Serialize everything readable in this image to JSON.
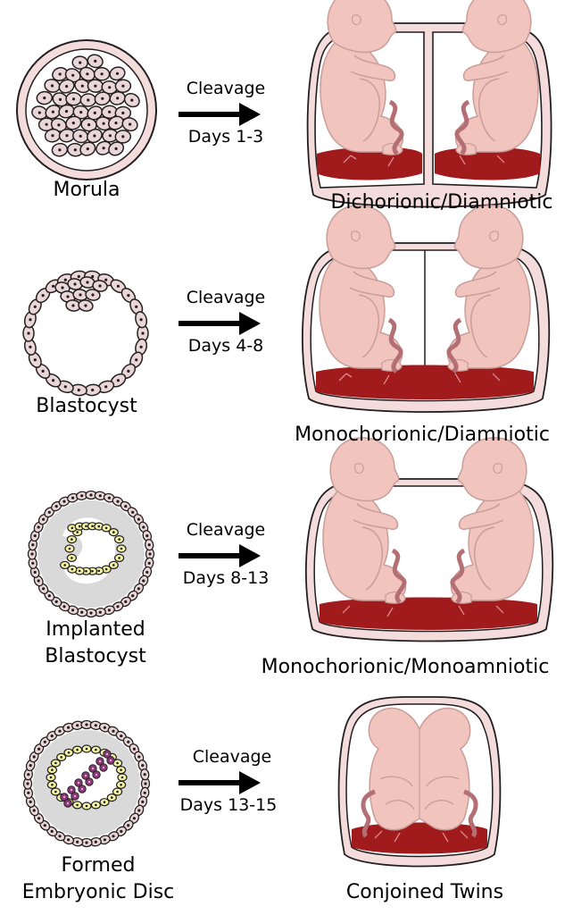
{
  "rows": [
    {
      "stage_label": [
        "Morula"
      ],
      "arrow_top": "Cleavage",
      "arrow_bottom": "Days 1-3",
      "result": "Dichorionic/Diamniotic"
    },
    {
      "stage_label": [
        "Blastocyst"
      ],
      "arrow_top": "Cleavage",
      "arrow_bottom": "Days 4-8",
      "result": "Monochorionic/Diamniotic"
    },
    {
      "stage_label": [
        "Implanted",
        "Blastocyst"
      ],
      "arrow_top": "Cleavage",
      "arrow_bottom": "Days 8-13",
      "result": "Monochorionic/Monoamniotic"
    },
    {
      "stage_label": [
        "Formed",
        "Embryonic Disc"
      ],
      "arrow_top": "Cleavage",
      "arrow_bottom": "Days 13-15",
      "result": "Conjoined Twins"
    }
  ],
  "colors": {
    "cell_fill": "#ead6d8",
    "outline": "#231f20",
    "fetus_skin": "#f2c4be",
    "fetus_line": "#c89e9a",
    "placenta": "#a11a1c",
    "cord": "#c98487",
    "shell": "#f4dcdc",
    "inner_cell_yellow": "#f4f6a6",
    "disc_purple": "#8d3a7c",
    "cavity_gray": "#d9d9d9"
  },
  "icons": [
    "morula-icon",
    "blastocyst-icon",
    "implanted-blastocyst-icon",
    "embryonic-disc-icon",
    "twins-sac-icon",
    "arrow-right-icon"
  ]
}
